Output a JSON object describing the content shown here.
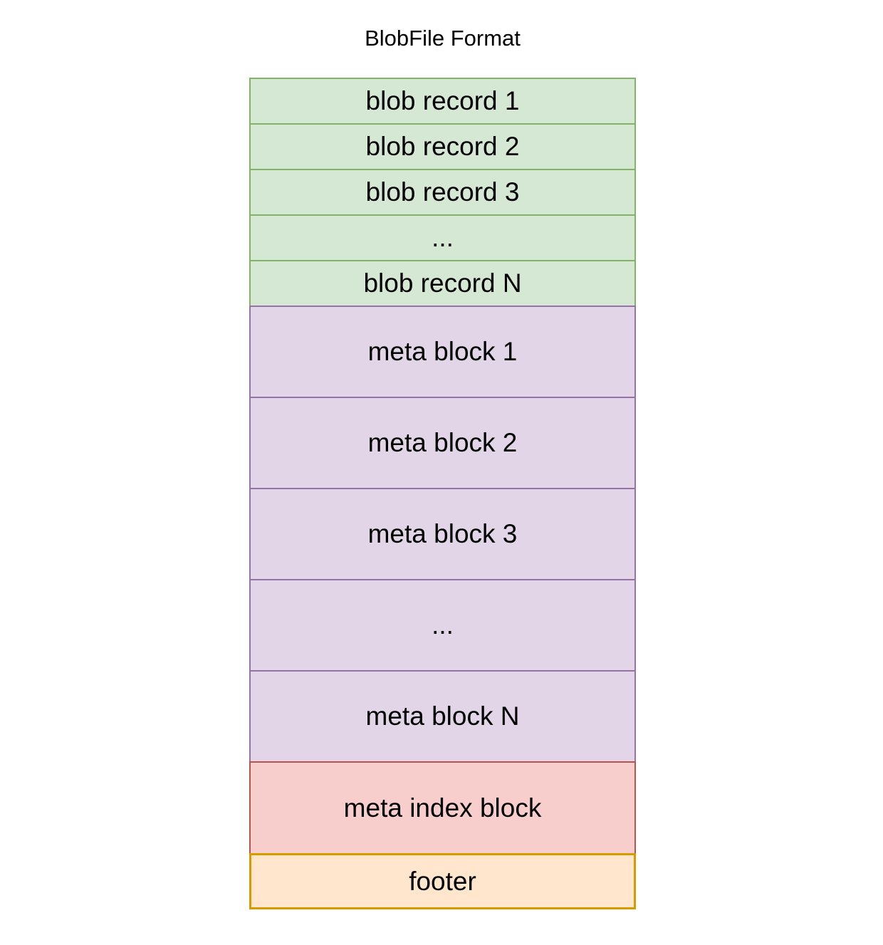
{
  "title": "BlobFile Format",
  "diagram": {
    "blocks": [
      {
        "label": "blob record 1",
        "kind": "blob-record"
      },
      {
        "label": "blob record 2",
        "kind": "blob-record"
      },
      {
        "label": "blob record 3",
        "kind": "blob-record"
      },
      {
        "label": "...",
        "kind": "blob-record"
      },
      {
        "label": "blob record N",
        "kind": "blob-record"
      },
      {
        "label": "meta block 1",
        "kind": "meta-block"
      },
      {
        "label": "meta block 2",
        "kind": "meta-block"
      },
      {
        "label": "meta block 3",
        "kind": "meta-block"
      },
      {
        "label": "...",
        "kind": "meta-block"
      },
      {
        "label": "meta block N",
        "kind": "meta-block"
      },
      {
        "label": "meta index block",
        "kind": "meta-index-block"
      },
      {
        "label": "footer",
        "kind": "footer"
      }
    ],
    "colors": {
      "blob_record": {
        "fill": "#d5e8d4",
        "stroke": "#82b366"
      },
      "meta_block": {
        "fill": "#e1d5e7",
        "stroke": "#9673a6"
      },
      "meta_index_block": {
        "fill": "#f8cecc",
        "stroke": "#b85450"
      },
      "footer": {
        "fill": "#ffe6cc",
        "stroke": "#d79b00"
      }
    },
    "text_color": "#000000"
  }
}
